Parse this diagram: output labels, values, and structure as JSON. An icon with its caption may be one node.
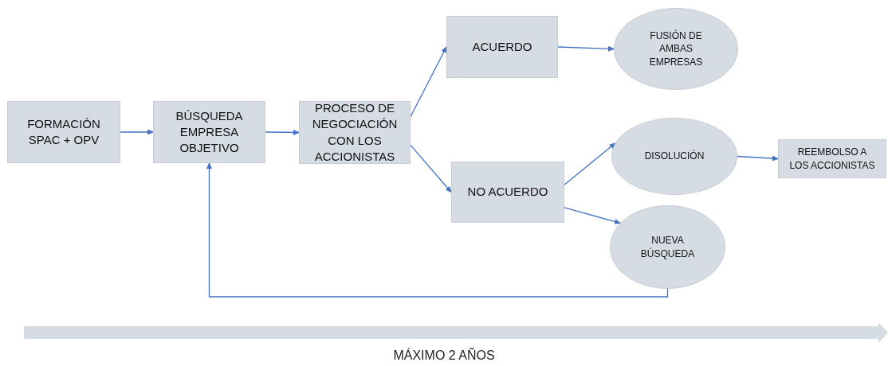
{
  "diagram": {
    "nodes": [
      {
        "text": [
          "FORMACIÓN SPAC + OPV"
        ]
      },
      {
        "text": [
          "BÚSQUEDA EMPRESA OBJETIVO"
        ]
      },
      {
        "text": [
          "PROCESO DE NEGOCIACIÓN CON LOS ACCIONISTAS"
        ]
      },
      {
        "text": [
          "ACUERDO"
        ]
      },
      {
        "text": [
          "FUSIÓN DE AMBAS EMPRESAS"
        ]
      },
      {
        "text": [
          "NO ACUERDO"
        ]
      },
      {
        "text": [
          "DISOLUCIÓN"
        ]
      },
      {
        "text": [
          "REEMBOLSO A LOS ACCIONISTAS"
        ]
      },
      {
        "text": [
          "NUEVA BÚSQUEDA"
        ]
      }
    ],
    "edges": [
      {
        "from": 0,
        "to": 1,
        "arrow": "to"
      },
      {
        "from": 1,
        "to": 2,
        "arrow": "to"
      },
      {
        "from": 2,
        "to": 3,
        "arrow": "to"
      },
      {
        "from": 2,
        "to": 5,
        "arrow": "to"
      },
      {
        "from": 3,
        "to": 4,
        "arrow": "to"
      },
      {
        "from": 5,
        "to": 6,
        "arrow": "to"
      },
      {
        "from": 5,
        "to": 8,
        "arrow": "to"
      },
      {
        "from": 6,
        "to": 7,
        "arrow": "to"
      },
      {
        "from": 8,
        "to": 1,
        "arrow": "to"
      }
    ],
    "labels": [
      "MÁXIMO 2 AÑOS"
    ]
  }
}
